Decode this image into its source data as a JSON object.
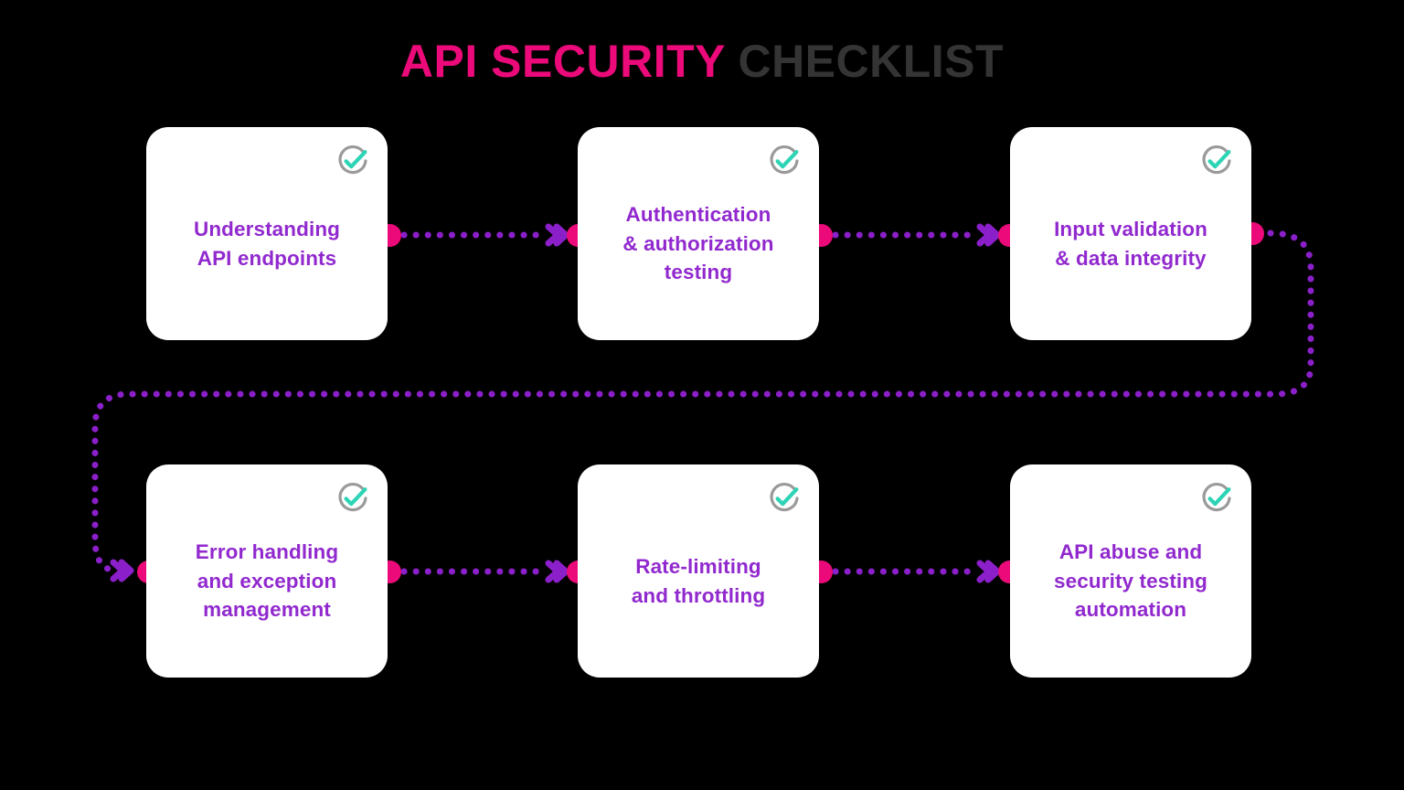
{
  "title": {
    "highlight": "API SECURITY",
    "rest": " CHECKLIST",
    "full": "API SECURITY CHECKLIST"
  },
  "colors": {
    "background": "#000000",
    "title_accent": "#EC0A7A",
    "title_secondary": "#343434",
    "card_bg": "#FFFFFF",
    "card_text": "#9129CE",
    "connector_dot": "#EC0A7A",
    "connector_line": "#8B1FC9",
    "check_ring": "#9A9A9A",
    "check_mark": "#2DD4B5"
  },
  "steps": [
    {
      "index": 1,
      "label": "Understanding\nAPI endpoints",
      "check_icon": "check-circle-icon",
      "checked": true,
      "has_left_dot": false,
      "has_right_dot": true
    },
    {
      "index": 2,
      "label": "Authentication\n& authorization\ntesting",
      "check_icon": "check-circle-icon",
      "checked": true,
      "has_left_dot": true,
      "has_right_dot": true
    },
    {
      "index": 3,
      "label": "Input validation\n& data integrity",
      "check_icon": "check-circle-icon",
      "checked": true,
      "has_left_dot": true,
      "has_right_dot": true
    },
    {
      "index": 4,
      "label": "Error handling\nand  exception\nmanagement",
      "check_icon": "check-circle-icon",
      "checked": true,
      "has_left_dot": true,
      "has_right_dot": true
    },
    {
      "index": 5,
      "label": "Rate-limiting\nand throttling",
      "check_icon": "check-circle-icon",
      "checked": true,
      "has_left_dot": true,
      "has_right_dot": true
    },
    {
      "index": 6,
      "label": "API abuse and\nsecurity testing\nautomation",
      "check_icon": "check-circle-icon",
      "checked": true,
      "has_left_dot": true,
      "has_right_dot": false
    }
  ],
  "connectors": [
    {
      "from": 1,
      "to": 2,
      "style": "dotted-arrow-right"
    },
    {
      "from": 2,
      "to": 3,
      "style": "dotted-arrow-right"
    },
    {
      "from": 3,
      "to": 4,
      "style": "dotted-wrap-around"
    },
    {
      "from": 4,
      "to": 5,
      "style": "dotted-arrow-right"
    },
    {
      "from": 5,
      "to": 6,
      "style": "dotted-arrow-right"
    }
  ]
}
